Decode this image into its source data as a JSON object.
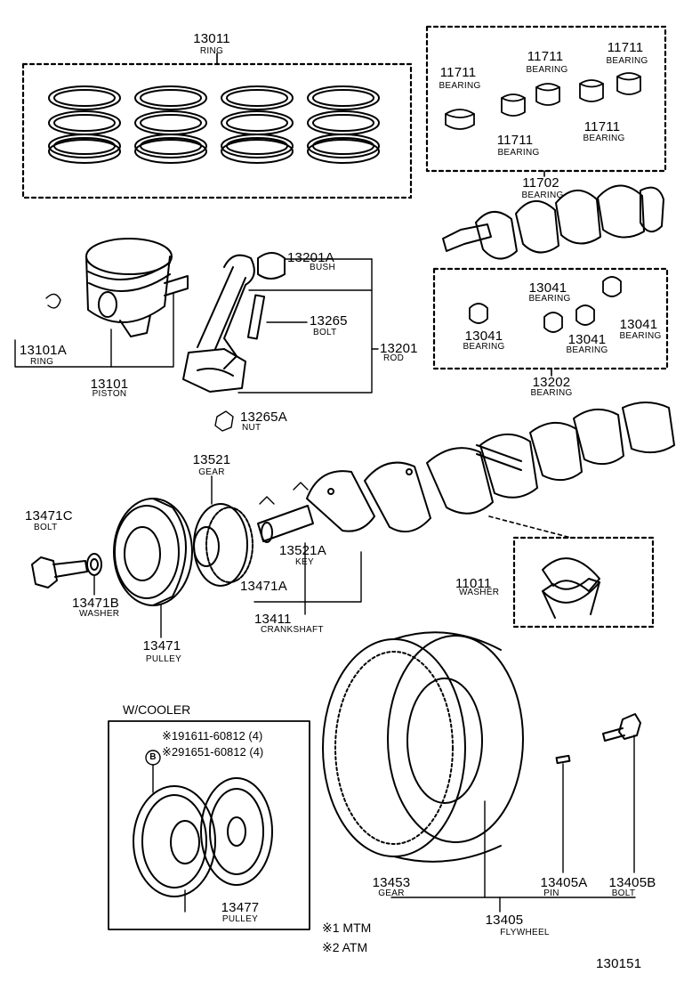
{
  "callouts": {
    "ring_set": {
      "number": "13011",
      "name": "RING"
    },
    "bearing_a": {
      "number": "11711",
      "name": "BEARING"
    },
    "bearing_b": {
      "number": "11711",
      "name": "BEARING"
    },
    "bearing_c": {
      "number": "11711",
      "name": "BEARING"
    },
    "bearing_d": {
      "number": "11711",
      "name": "BEARING"
    },
    "bearing_e": {
      "number": "11711",
      "name": "BEARING"
    },
    "main_bearing": {
      "number": "11702",
      "name": "BEARING"
    },
    "bush": {
      "number": "13201A",
      "name": "BUSH"
    },
    "rod_bolt": {
      "number": "13265",
      "name": "BOLT"
    },
    "rod": {
      "number": "13201",
      "name": "ROD"
    },
    "piston_ring": {
      "number": "13101A",
      "name": "RING"
    },
    "piston": {
      "number": "13101",
      "name": "PISTON"
    },
    "nut": {
      "number": "13265A",
      "name": "NUT"
    },
    "rod_bearing_a": {
      "number": "13041",
      "name": "BEARING"
    },
    "rod_bearing_b": {
      "number": "13041",
      "name": "BEARING"
    },
    "rod_bearing_c": {
      "number": "13041",
      "name": "BEARING"
    },
    "rod_bearing_d": {
      "number": "13041",
      "name": "BEARING"
    },
    "rod_bearing_set": {
      "number": "13202",
      "name": "BEARING"
    },
    "gear": {
      "number": "13521",
      "name": "GEAR"
    },
    "pulley_bolt": {
      "number": "13471C",
      "name": "BOLT"
    },
    "key": {
      "number": "13521A",
      "name": "KEY"
    },
    "thrust_washer": {
      "number": "11011",
      "name": "WASHER"
    },
    "washer": {
      "number": "13471B",
      "name": "WASHER"
    },
    "crank_sub": {
      "number": "13471A",
      "name": ""
    },
    "crankshaft": {
      "number": "13411",
      "name": "CRANKSHAFT"
    },
    "pulley": {
      "number": "13471",
      "name": "PULLEY"
    },
    "ring_gear": {
      "number": "13453",
      "name": "GEAR"
    },
    "pin": {
      "number": "13405A",
      "name": "PIN"
    },
    "fw_bolt": {
      "number": "13405B",
      "name": "BOLT"
    },
    "flywheel": {
      "number": "13405",
      "name": "FLYWHEEL"
    },
    "cooler_pulley": {
      "number": "13477",
      "name": "PULLEY"
    }
  },
  "cooler_box": {
    "title": "W/COOLER",
    "line1": "※191611-60812 (4)",
    "line2": "※291651-60812 (4)",
    "marker": "B"
  },
  "notes": {
    "note1": "※1 MTM",
    "note2": "※2 ATM"
  },
  "figure_number": "130151"
}
